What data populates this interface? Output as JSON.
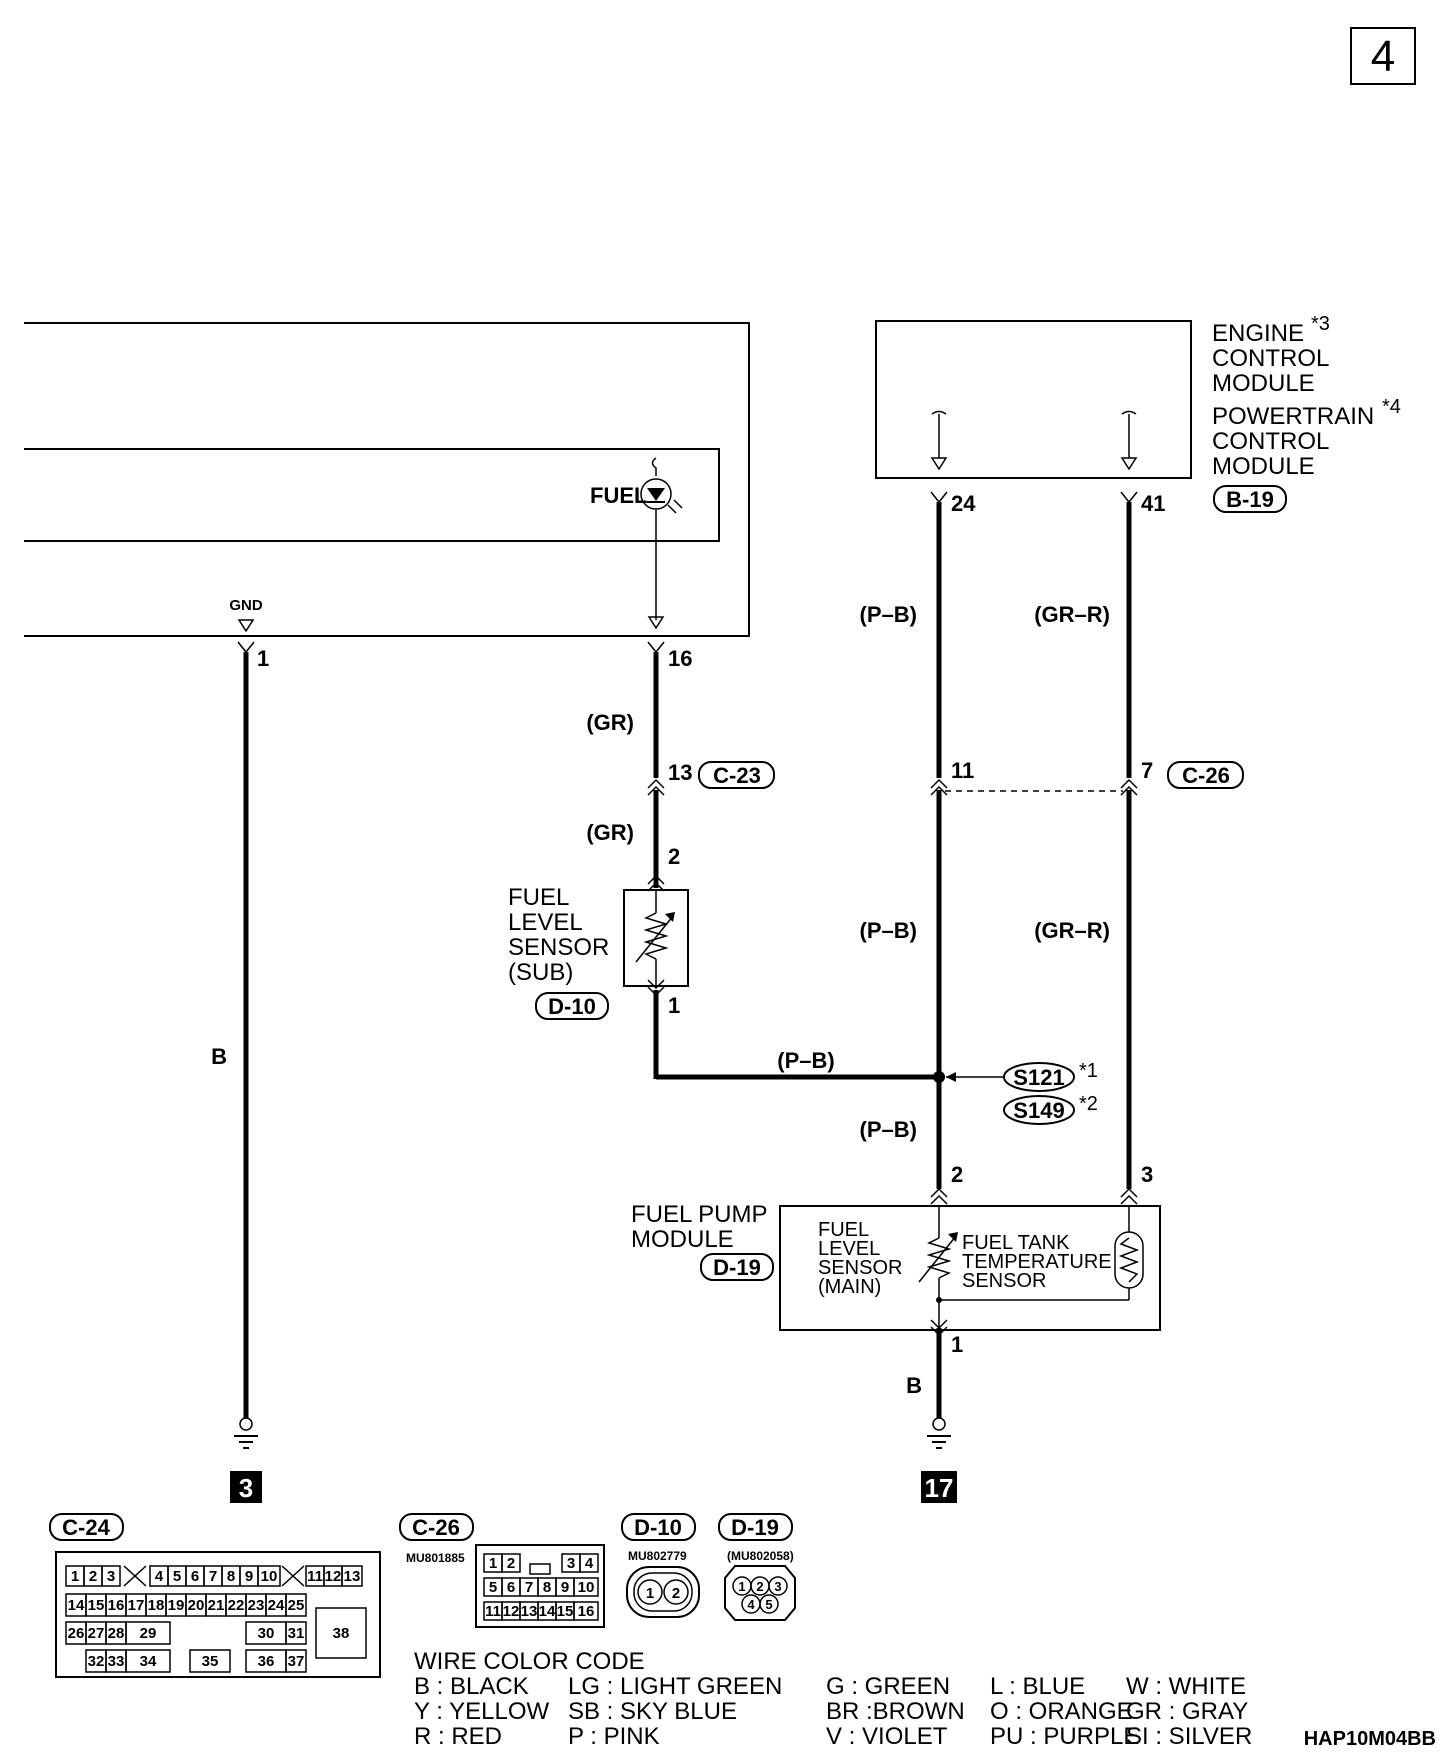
{
  "page_number": "4",
  "modules": {
    "ecm_lines": [
      "ENGINE",
      "CONTROL",
      "MODULE"
    ],
    "ecm_star": "*3",
    "pcm_lines": [
      "POWERTRAIN",
      "CONTROL",
      "MODULE"
    ],
    "pcm_star": "*4",
    "connector": "B-19"
  },
  "meter": {
    "fuel_label": "FUEL",
    "gnd_label": "GND"
  },
  "terminals": {
    "t1": "1",
    "t16": "16",
    "t24": "24",
    "t41": "41",
    "t13": "13",
    "t11": "11",
    "t7": "7",
    "sub_2": "2",
    "sub_1": "1",
    "pump_2": "2",
    "pump_3": "3",
    "pump_1": "1"
  },
  "wires": {
    "gr_upper": "(GR)",
    "gr_lower": "(GR)",
    "pb_upper": "(P–B)",
    "pb_middle": "(P–B)",
    "pb_horizontal": "(P–B)",
    "pb_lower": "(P–B)",
    "grr_upper": "(GR–R)",
    "grr_middle": "(GR–R)",
    "b_left": "B",
    "b_right": "B"
  },
  "connectors": {
    "c23": "C-23",
    "c26": "C-26"
  },
  "splices": {
    "s121": "S121",
    "s121_star": "*1",
    "s149": "S149",
    "s149_star": "*2"
  },
  "fuel_sensor_sub": {
    "lines": [
      "FUEL",
      "LEVEL",
      "SENSOR",
      "(SUB)"
    ],
    "connector": "D-10"
  },
  "fuel_pump": {
    "lines": [
      "FUEL PUMP",
      "MODULE"
    ],
    "connector": "D-19",
    "main_sensor_lines": [
      "FUEL",
      "LEVEL",
      "SENSOR",
      "(MAIN)"
    ],
    "temp_sensor_lines": [
      "FUEL TANK",
      "TEMPERATURE",
      "SENSOR"
    ]
  },
  "grounds": {
    "left": "3",
    "right": "17"
  },
  "connector_views": {
    "c24": {
      "tag": "C-24",
      "pins": [
        "1",
        "2",
        "3",
        "4",
        "5",
        "6",
        "7",
        "8",
        "9",
        "10",
        "11",
        "12",
        "13",
        "14",
        "15",
        "16",
        "17",
        "18",
        "19",
        "20",
        "21",
        "22",
        "23",
        "24",
        "25",
        "26",
        "27",
        "28",
        "29",
        "30",
        "31",
        "32",
        "33",
        "34",
        "35",
        "36",
        "37",
        "38"
      ]
    },
    "c26": {
      "tag": "C-26",
      "part": "MU801885",
      "pins": [
        "1",
        "2",
        "3",
        "4",
        "5",
        "6",
        "7",
        "8",
        "9",
        "10",
        "11",
        "12",
        "13",
        "14",
        "15",
        "16"
      ]
    },
    "d10": {
      "tag": "D-10",
      "part": "MU802779",
      "pins": [
        "1",
        "2"
      ]
    },
    "d19": {
      "tag": "D-19",
      "part": "(MU802058)",
      "pins": [
        "1",
        "2",
        "3",
        "4",
        "5"
      ]
    }
  },
  "wire_color_code": {
    "title": "WIRE COLOR CODE",
    "rows": [
      [
        "B : BLACK",
        "LG : LIGHT GREEN",
        "G : GREEN",
        "L : BLUE",
        "W : WHITE"
      ],
      [
        "Y : YELLOW",
        "SB : SKY BLUE",
        "BR :BROWN",
        "O : ORANGE",
        "GR : GRAY"
      ],
      [
        "R : RED",
        "P : PINK",
        "V : VIOLET",
        "PU : PURPLE",
        "SI : SILVER"
      ]
    ]
  },
  "diagram_code": "HAP10M04BB"
}
